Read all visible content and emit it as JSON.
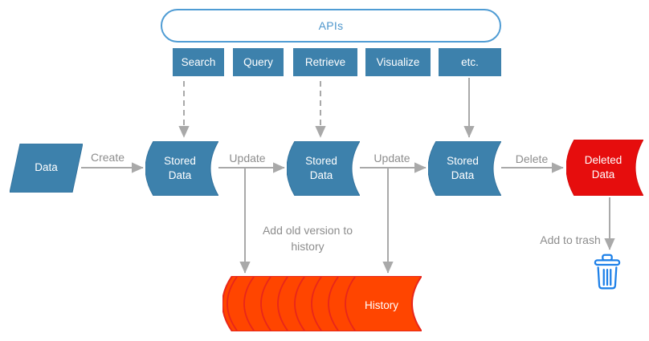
{
  "apis": {
    "label": "APIs"
  },
  "api_buttons": [
    {
      "label": "Search"
    },
    {
      "label": "Query"
    },
    {
      "label": "Retrieve"
    },
    {
      "label": "Visualize"
    },
    {
      "label": "etc."
    }
  ],
  "nodes": {
    "data": {
      "label": "Data"
    },
    "stored1": {
      "label": "Stored Data"
    },
    "stored2": {
      "label": "Stored Data"
    },
    "stored3": {
      "label": "Stored Data"
    },
    "deleted": {
      "label": "Deleted Data"
    },
    "history": {
      "label": "History"
    }
  },
  "edges": {
    "create": {
      "label": "Create"
    },
    "update1": {
      "label": "Update"
    },
    "update2": {
      "label": "Update"
    },
    "delete": {
      "label": "Delete"
    },
    "add_history": {
      "label": "Add old version to history"
    },
    "add_trash": {
      "label": "Add to trash"
    }
  },
  "icons": {
    "trash": "trash-can"
  },
  "colors": {
    "node_blue": "#3d81ac",
    "pill_border_blue": "#4f9cd4",
    "apis_text_blue": "#4e96cc",
    "deleted_red": "#e60d0d",
    "history_orange": "#ff4500",
    "history_border_red": "#e8261a",
    "connector_gray": "#a9a9a9",
    "label_gray": "#8d8d8d",
    "trash_blue": "#1d80e8",
    "node_text": "#ffffff"
  }
}
